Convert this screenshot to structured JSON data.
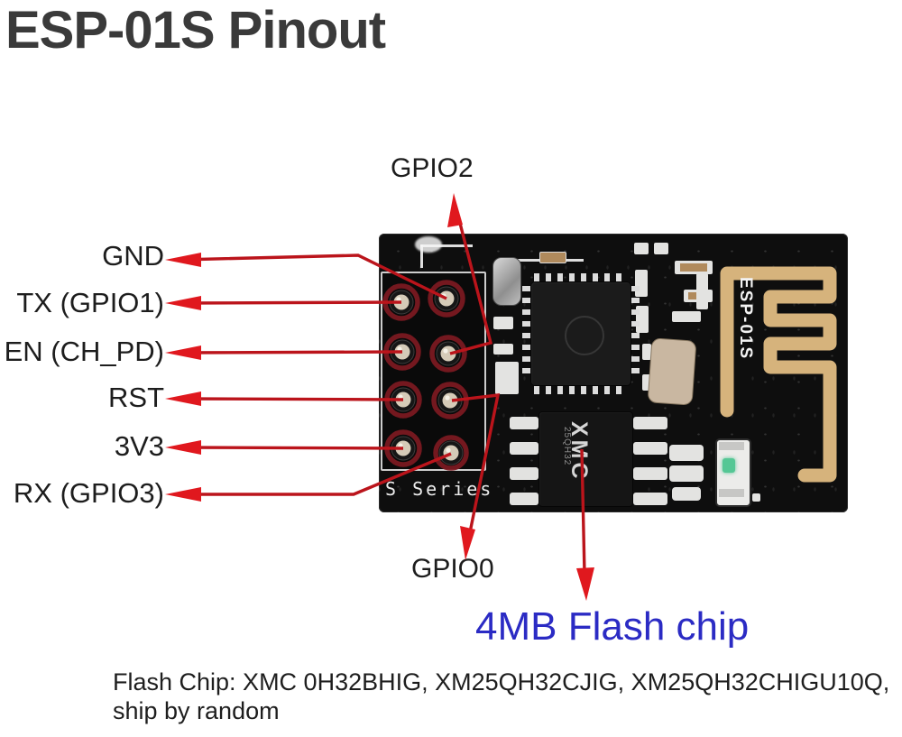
{
  "title": "ESP-01S Pinout",
  "pin_labels": {
    "left": [
      "GND",
      "TX (GPIO1)",
      "EN (CH_PD)",
      "RST",
      "3V3",
      "RX (GPIO3)"
    ],
    "gpio2": "GPIO2",
    "gpio0": "GPIO0"
  },
  "flash_callout": "4MB Flash chip",
  "board": {
    "antenna_label": "ESP-01S",
    "silkscreen_text": "S Series",
    "flash_chip_label": "XMC",
    "flash_chip_sublabel": "25QH32"
  },
  "caption": {
    "line1": "Flash Chip: XMC 0H32BHIG, XM25QH32CJIG, XM25QH32CHIGU10Q,",
    "line2": "ship by random"
  },
  "colors": {
    "annotation_red": "#bb141b",
    "arrowhead_red": "#e0181e",
    "pin_ring_red": "#7e1a21",
    "callout_blue": "#2b2bc4",
    "antenna_gold": "#d6b37c",
    "board_black": "#0e0e0e"
  }
}
